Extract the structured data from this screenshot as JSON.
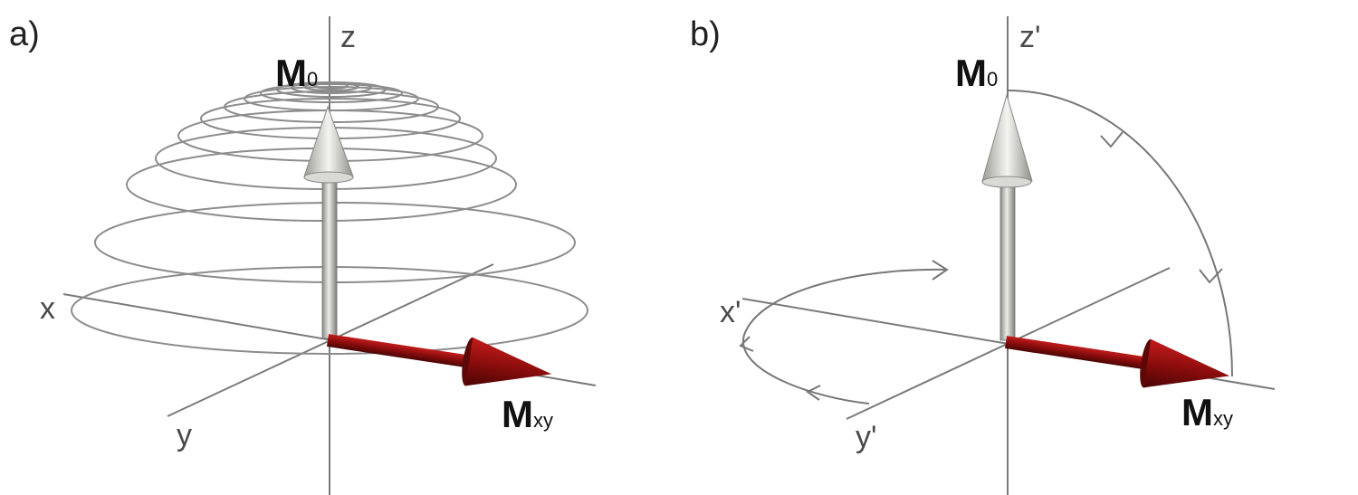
{
  "panels": [
    {
      "label": "a)",
      "axes": {
        "x": "x",
        "y": "y",
        "z": "z"
      },
      "vector_top": {
        "main": "M",
        "sub": "0"
      },
      "vector_bottom": {
        "main": "M",
        "sub": "xy"
      }
    },
    {
      "label": "b)",
      "axes": {
        "x": "x'",
        "y": "y'",
        "z": "z'"
      },
      "vector_top": {
        "main": "M",
        "sub": "0"
      },
      "vector_bottom": {
        "main": "M",
        "sub": "xy"
      }
    }
  ],
  "colors": {
    "axis": "#7a7a7a",
    "spiral": "#8c8c8c",
    "m0_arrow": "#b9b9b3",
    "mxy_arrow": "#8e0d0d"
  }
}
